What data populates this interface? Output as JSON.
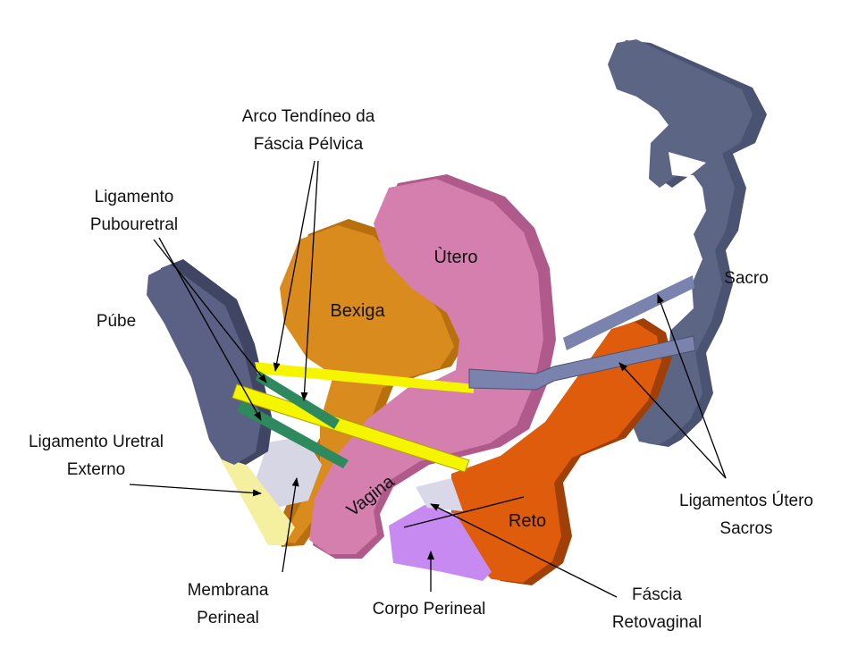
{
  "labels": {
    "arco_line1": "Arco Tendíneo da",
    "arco_line2": "Fáscia Pélvica",
    "lig_pubo_line1": "Ligamento",
    "lig_pubo_line2": "Pubouretral",
    "pube": "Púbe",
    "lig_uretral_line1": "Ligamento Uretral",
    "lig_uretral_line2": "Externo",
    "membrana_line1": "Membrana",
    "membrana_line2": "Perineal",
    "corpo": "Corpo Perineal",
    "fascia_line1": "Fáscia",
    "fascia_line2": "Retovaginal",
    "lig_utero_line1": "Ligamentos Útero",
    "lig_utero_line2": "Sacros",
    "sacro": "Sacro",
    "utero": "Ùtero",
    "bexiga": "Bexiga",
    "vagina": "Vagina",
    "reto": "Reto"
  },
  "colors": {
    "pubis": "#5b6184",
    "sacrum": "#5d6585",
    "bladder": "#d98b1e",
    "uterus": "#d47fae",
    "rectum": "#de5c0c",
    "ligament_yellow": "#f5f500",
    "ligament_green": "#2e8a5e",
    "perineal_body": "#c78af0",
    "membrane": "#f4f0a0",
    "fascia_band": "#7a83ad"
  }
}
